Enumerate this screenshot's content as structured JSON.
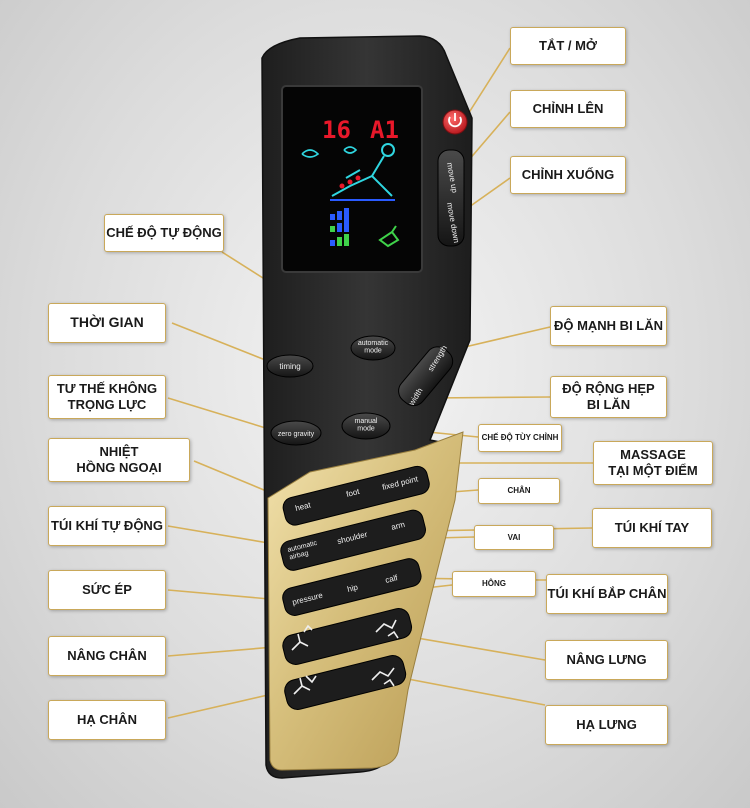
{
  "remote": {
    "display": {
      "number": "16",
      "program": "A1"
    },
    "buttons": {
      "move_up": "move up",
      "move_down": "move down",
      "automatic_mode": "automatic\nmode",
      "timing": "timing",
      "strength": "strength",
      "width": "width",
      "zero_gravity": "zero gravity",
      "manual_mode": "manual\nmode",
      "heat": "heat",
      "foot": "foot",
      "fixed_point": "fixed point",
      "automatic_airbag": "automatic\nairbag",
      "shoulder": "shoulder",
      "arm": "arm",
      "pressure": "pressure",
      "hip": "hip",
      "calf": "calf"
    },
    "icons": [
      "power-icon",
      "leg-raise-icon",
      "back-raise-icon",
      "leg-lower-icon",
      "back-lower-icon",
      "massage-figure-icon",
      "zero-gravity-icon"
    ]
  },
  "labels": {
    "power": "TẮT / MỞ",
    "move_up": "CHỈNH LÊN",
    "move_down": "CHỈNH XUỐNG",
    "auto_mode": "CHẾ ĐỘ TỰ ĐỘNG",
    "timing": "THỜI GIAN",
    "strength": "ĐỘ MẠNH BI LĂN",
    "zero_gravity": "TƯ THẾ KHÔNG\nTRỌNG LỰC",
    "width": "ĐỘ RỘNG HẸP\nBI LĂN",
    "manual_mode": "CHẾ ĐỘ TÙY CHỈNH",
    "heat": "NHIỆT\nHỒNG NGOẠI",
    "fixed_point": "MASSAGE\nTẠI MỘT ĐIỂM",
    "foot": "CHÂN",
    "airbag": "TÚI KHÍ TỰ ĐỘNG",
    "arm": "TÚI KHÍ TAY",
    "shoulder": "VAI",
    "pressure": "SỨC ÉP",
    "calf": "TÚI KHÍ BẮP CHÂN",
    "hip": "HÔNG",
    "leg_up": "NÂNG CHÂN",
    "back_up": "NÂNG LƯNG",
    "leg_down": "HẠ CHÂN",
    "back_down": "HẠ LƯNG"
  },
  "colors": {
    "remote_body": "#2b2b2b",
    "remote_gold": "#d6bf7c",
    "lcd_red": "#e8182a",
    "lcd_cyan": "#2fd6e0",
    "lcd_blue": "#2a5bff",
    "lcd_green": "#3fd24a",
    "label_border": "#c9a85a",
    "leader_line": "#d7b15a",
    "power_red": "#e0252c"
  }
}
